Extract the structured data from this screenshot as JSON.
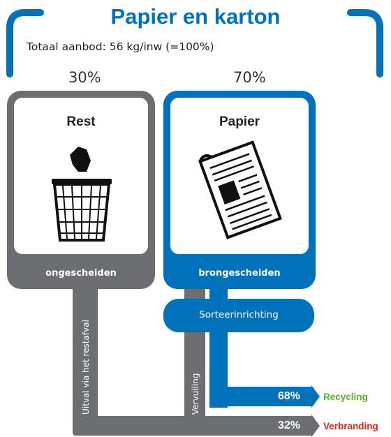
{
  "header": {
    "title": "Papier en karton",
    "subtitle": "Totaal aanbod: 56 kg/inw (=100%)"
  },
  "split": {
    "left_percent": "30%",
    "right_percent": "70%"
  },
  "boxes": {
    "rest": {
      "title": "Rest",
      "band_label": "ongescheiden"
    },
    "papier": {
      "title": "Papier",
      "band_label": "brongescheiden"
    }
  },
  "flows": {
    "sorteer_label": "Sorteerinrichting",
    "uitval_label": "Uitval via het restafval",
    "vervuiling_label": "Vervuiling"
  },
  "outcomes": {
    "recycling": {
      "percent": "68%",
      "label": "Recycling",
      "color": "#5ab031"
    },
    "verbranding": {
      "percent": "32%",
      "label": "Verbranding",
      "color": "#e2231a"
    }
  },
  "colors": {
    "blue": "#0072bc",
    "gray": "#6d6e71"
  },
  "icons": [
    "trash-bin-icon",
    "newspaper-icon"
  ]
}
